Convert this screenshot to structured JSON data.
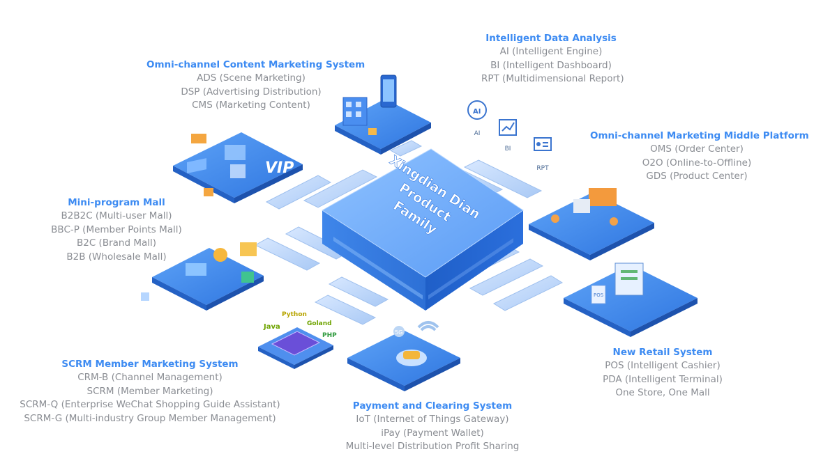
{
  "center_title": [
    "Xingdian Dian",
    "Product",
    "Family"
  ],
  "icon_labels": {
    "ai": "AI",
    "bi": "BI",
    "rpt": "RPT",
    "vip": "VIP",
    "pos": "POS",
    "fiveg": "5G"
  },
  "languages": [
    "Python",
    "Java",
    "Goland",
    "PHP"
  ],
  "groups": {
    "data_analysis": {
      "title": "Intelligent Data Analysis",
      "lines": [
        "AI (Intelligent Engine)",
        "BI (Intelligent Dashboard)",
        "RPT (Multidimensional Report)"
      ]
    },
    "content_marketing": {
      "title": "Omni-channel Content Marketing System",
      "lines": [
        "ADS (Scene Marketing)",
        "DSP (Advertising Distribution)",
        "CMS (Marketing Content)"
      ]
    },
    "middle_platform": {
      "title": "Omni-channel Marketing Middle Platform",
      "lines": [
        "OMS (Order Center)",
        "O2O (Online-to-Offline)",
        "GDS (Product Center)"
      ]
    },
    "mini_program": {
      "title": "Mini-program Mall",
      "lines": [
        "B2B2C (Multi-user Mall)",
        "BBC-P (Member Points Mall)",
        "B2C (Brand Mall)",
        "B2B (Wholesale Mall)"
      ]
    },
    "new_retail": {
      "title": "New Retail System",
      "lines": [
        "POS (Intelligent Cashier)",
        "PDA (Intelligent Terminal)",
        "One Store, One Mall"
      ]
    },
    "scrm": {
      "title": "SCRM Member Marketing System",
      "lines": [
        "CRM-B (Channel Management)",
        "SCRM (Member Marketing)",
        "SCRM-Q (Enterprise WeChat Shopping Guide Assistant)",
        "SCRM-G (Multi-industry Group Member Management)"
      ]
    },
    "payment": {
      "title": "Payment and Clearing System",
      "lines": [
        "IoT (Internet of Things Gateway)",
        "iPay (Payment Wallet)",
        "Multi-level Distribution Profit Sharing"
      ]
    }
  }
}
